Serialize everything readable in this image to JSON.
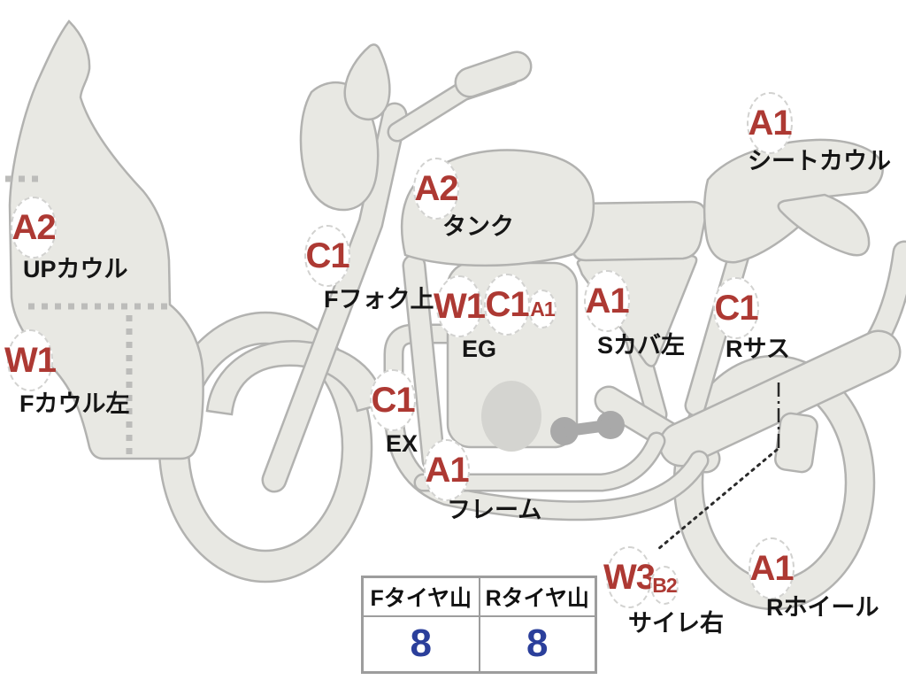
{
  "diagram_title": "motorcycle-condition-diagram",
  "colors": {
    "grade_red": "#ad3933",
    "tread_blue": "#2b3f9b",
    "body_fill": "#e8e8e3",
    "body_outline": "#b2b2b0"
  },
  "annotations": [
    {
      "id": "up-cowl",
      "grades": [
        "A2"
      ],
      "label": "UPカウル"
    },
    {
      "id": "f-cowl-left",
      "grades": [
        "W1"
      ],
      "label": "Fカウル左"
    },
    {
      "id": "f-fork-upper",
      "grades": [
        "C1"
      ],
      "label": "Fフォク上"
    },
    {
      "id": "tank",
      "grades": [
        "A2"
      ],
      "label": "タンク"
    },
    {
      "id": "engine",
      "grades": [
        "W1",
        "C1",
        "A1"
      ],
      "label": "EG"
    },
    {
      "id": "s-cover-left",
      "grades": [
        "A1"
      ],
      "label": "Sカバ左"
    },
    {
      "id": "r-sus",
      "grades": [
        "C1"
      ],
      "label": "Rサス"
    },
    {
      "id": "seat-cowl",
      "grades": [
        "A1"
      ],
      "label": "シートカウル"
    },
    {
      "id": "ex",
      "grades": [
        "C1"
      ],
      "label": "EX"
    },
    {
      "id": "frame",
      "grades": [
        "A1"
      ],
      "label": "フレーム"
    },
    {
      "id": "silencer-right",
      "grades": [
        "W3",
        "B2"
      ],
      "label": "サイレ右"
    },
    {
      "id": "r-wheel",
      "grades": [
        "A1"
      ],
      "label": "Rホイール"
    }
  ],
  "tire_table": {
    "headers": [
      "Fタイヤ山",
      "Rタイヤ山"
    ],
    "values": [
      "8",
      "8"
    ]
  }
}
